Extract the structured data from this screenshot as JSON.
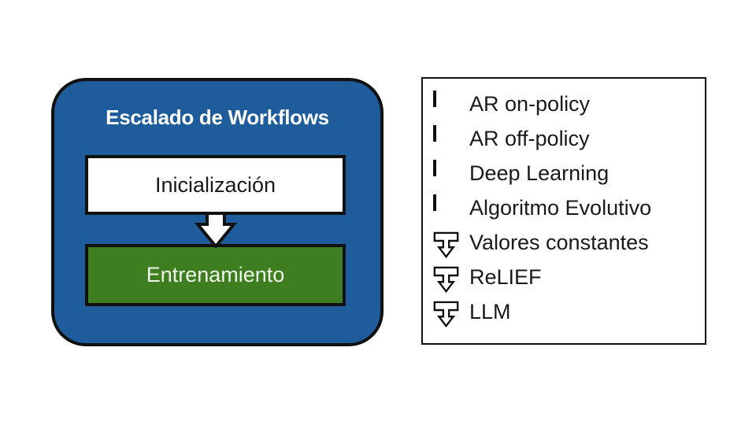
{
  "workflow": {
    "title": "Escalado de Workflows",
    "steps": [
      {
        "label": "Inicialización",
        "type": "init"
      },
      {
        "label": "Entrenamiento",
        "type": "training"
      }
    ],
    "connector": "down-block-arrow"
  },
  "legend": {
    "items": [
      {
        "icon": "green-square",
        "label": "AR on-policy"
      },
      {
        "icon": "green-square",
        "label": "AR off-policy"
      },
      {
        "icon": "green-square",
        "label": "Deep Learning"
      },
      {
        "icon": "green-square",
        "label": "Algoritmo Evolutivo"
      },
      {
        "icon": "down-arrow",
        "label": "Valores constantes"
      },
      {
        "icon": "down-arrow",
        "label": "ReLIEF"
      },
      {
        "icon": "down-arrow",
        "label": "LLM"
      }
    ]
  },
  "colors": {
    "panel_blue": "#1e5c9b",
    "green": "#3f7d21",
    "outline": "#111111",
    "training_text": "#eef5e9"
  }
}
